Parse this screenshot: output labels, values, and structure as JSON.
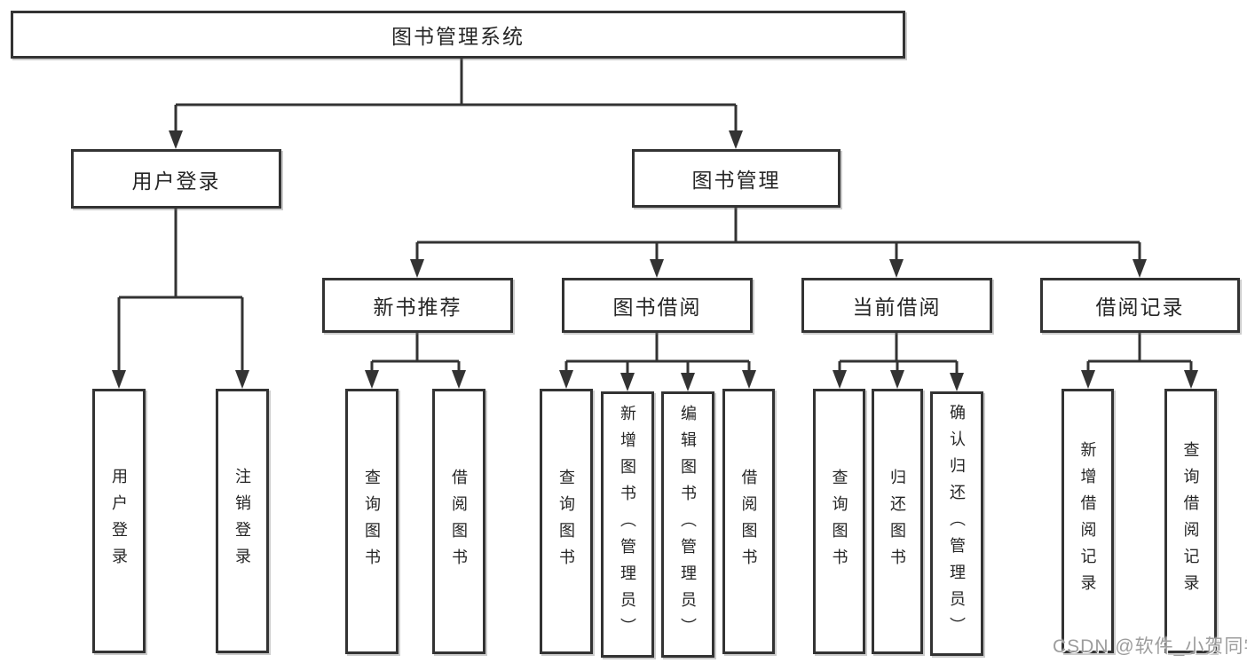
{
  "diagram": {
    "root": {
      "label": "图书管理系统"
    },
    "branches": [
      {
        "label": "用户登录",
        "children": [
          "用户登录",
          "注销登录"
        ]
      },
      {
        "label": "图书管理",
        "sections": [
          {
            "label": "新书推荐",
            "children": [
              "查询图书",
              "借阅图书"
            ]
          },
          {
            "label": "图书借阅",
            "children": [
              "查询图书",
              "新增图书（管理员）",
              "编辑图书（管理员）",
              "借阅图书"
            ]
          },
          {
            "label": "当前借阅",
            "children": [
              "查询图书",
              "归还图书",
              "确认归还（管理员）"
            ]
          },
          {
            "label": "借阅记录",
            "children": [
              "新增借阅记录",
              "查询借阅记录"
            ]
          }
        ]
      }
    ]
  },
  "watermark": {
    "text": "CSDN @软件_小贺同学"
  },
  "colors": {
    "line": "#333333",
    "text": "#262626",
    "background": "#ffffff",
    "watermark": "#9d9d9d"
  }
}
